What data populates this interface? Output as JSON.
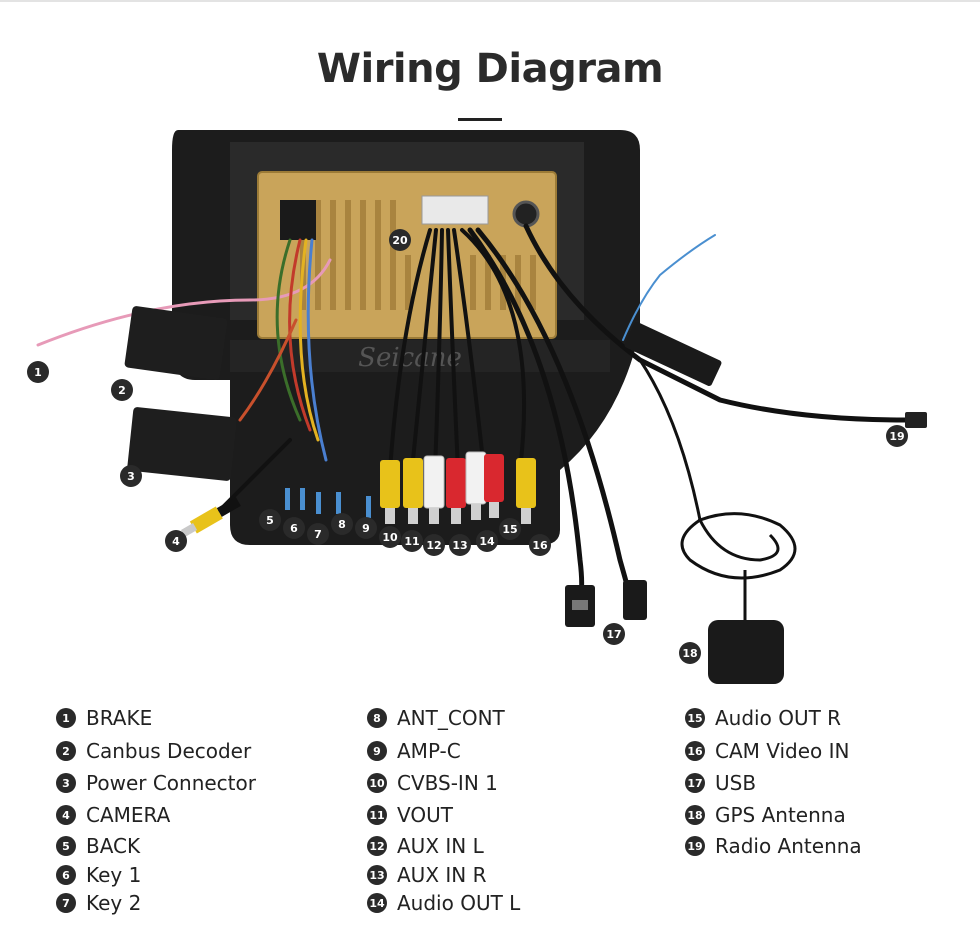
{
  "title": "Wiring Diagram",
  "brand_watermark": "Seicane",
  "callouts": [
    "1",
    "2",
    "3",
    "4",
    "5",
    "6",
    "7",
    "8",
    "9",
    "10",
    "11",
    "12",
    "13",
    "14",
    "15",
    "16",
    "17",
    "18",
    "19",
    "20"
  ],
  "legend": [
    {
      "num": "1",
      "label": "BRAKE"
    },
    {
      "num": "2",
      "label": "Canbus Decoder"
    },
    {
      "num": "3",
      "label": "Power Connector"
    },
    {
      "num": "4",
      "label": "CAMERA"
    },
    {
      "num": "5",
      "label": "BACK"
    },
    {
      "num": "6",
      "label": "Key 1"
    },
    {
      "num": "7",
      "label": "Key 2"
    },
    {
      "num": "8",
      "label": "ANT_CONT"
    },
    {
      "num": "9",
      "label": "AMP-C"
    },
    {
      "num": "10",
      "label": "CVBS-IN 1"
    },
    {
      "num": "11",
      "label": "VOUT"
    },
    {
      "num": "12",
      "label": "AUX IN L"
    },
    {
      "num": "13",
      "label": "AUX IN R"
    },
    {
      "num": "14",
      "label": "Audio OUT L"
    },
    {
      "num": "15",
      "label": "Audio OUT R"
    },
    {
      "num": "16",
      "label": "CAM Video IN"
    },
    {
      "num": "17",
      "label": "USB"
    },
    {
      "num": "18",
      "label": "GPS Antenna"
    },
    {
      "num": "19",
      "label": "Radio Antenna"
    }
  ],
  "colors": {
    "frame": "#1c1c1c",
    "board": "#c9a45a",
    "rca_yellow": "#e8c21a",
    "rca_white": "#f2f2f2",
    "rca_red": "#d9282f",
    "badge": "#2a2a2a"
  }
}
